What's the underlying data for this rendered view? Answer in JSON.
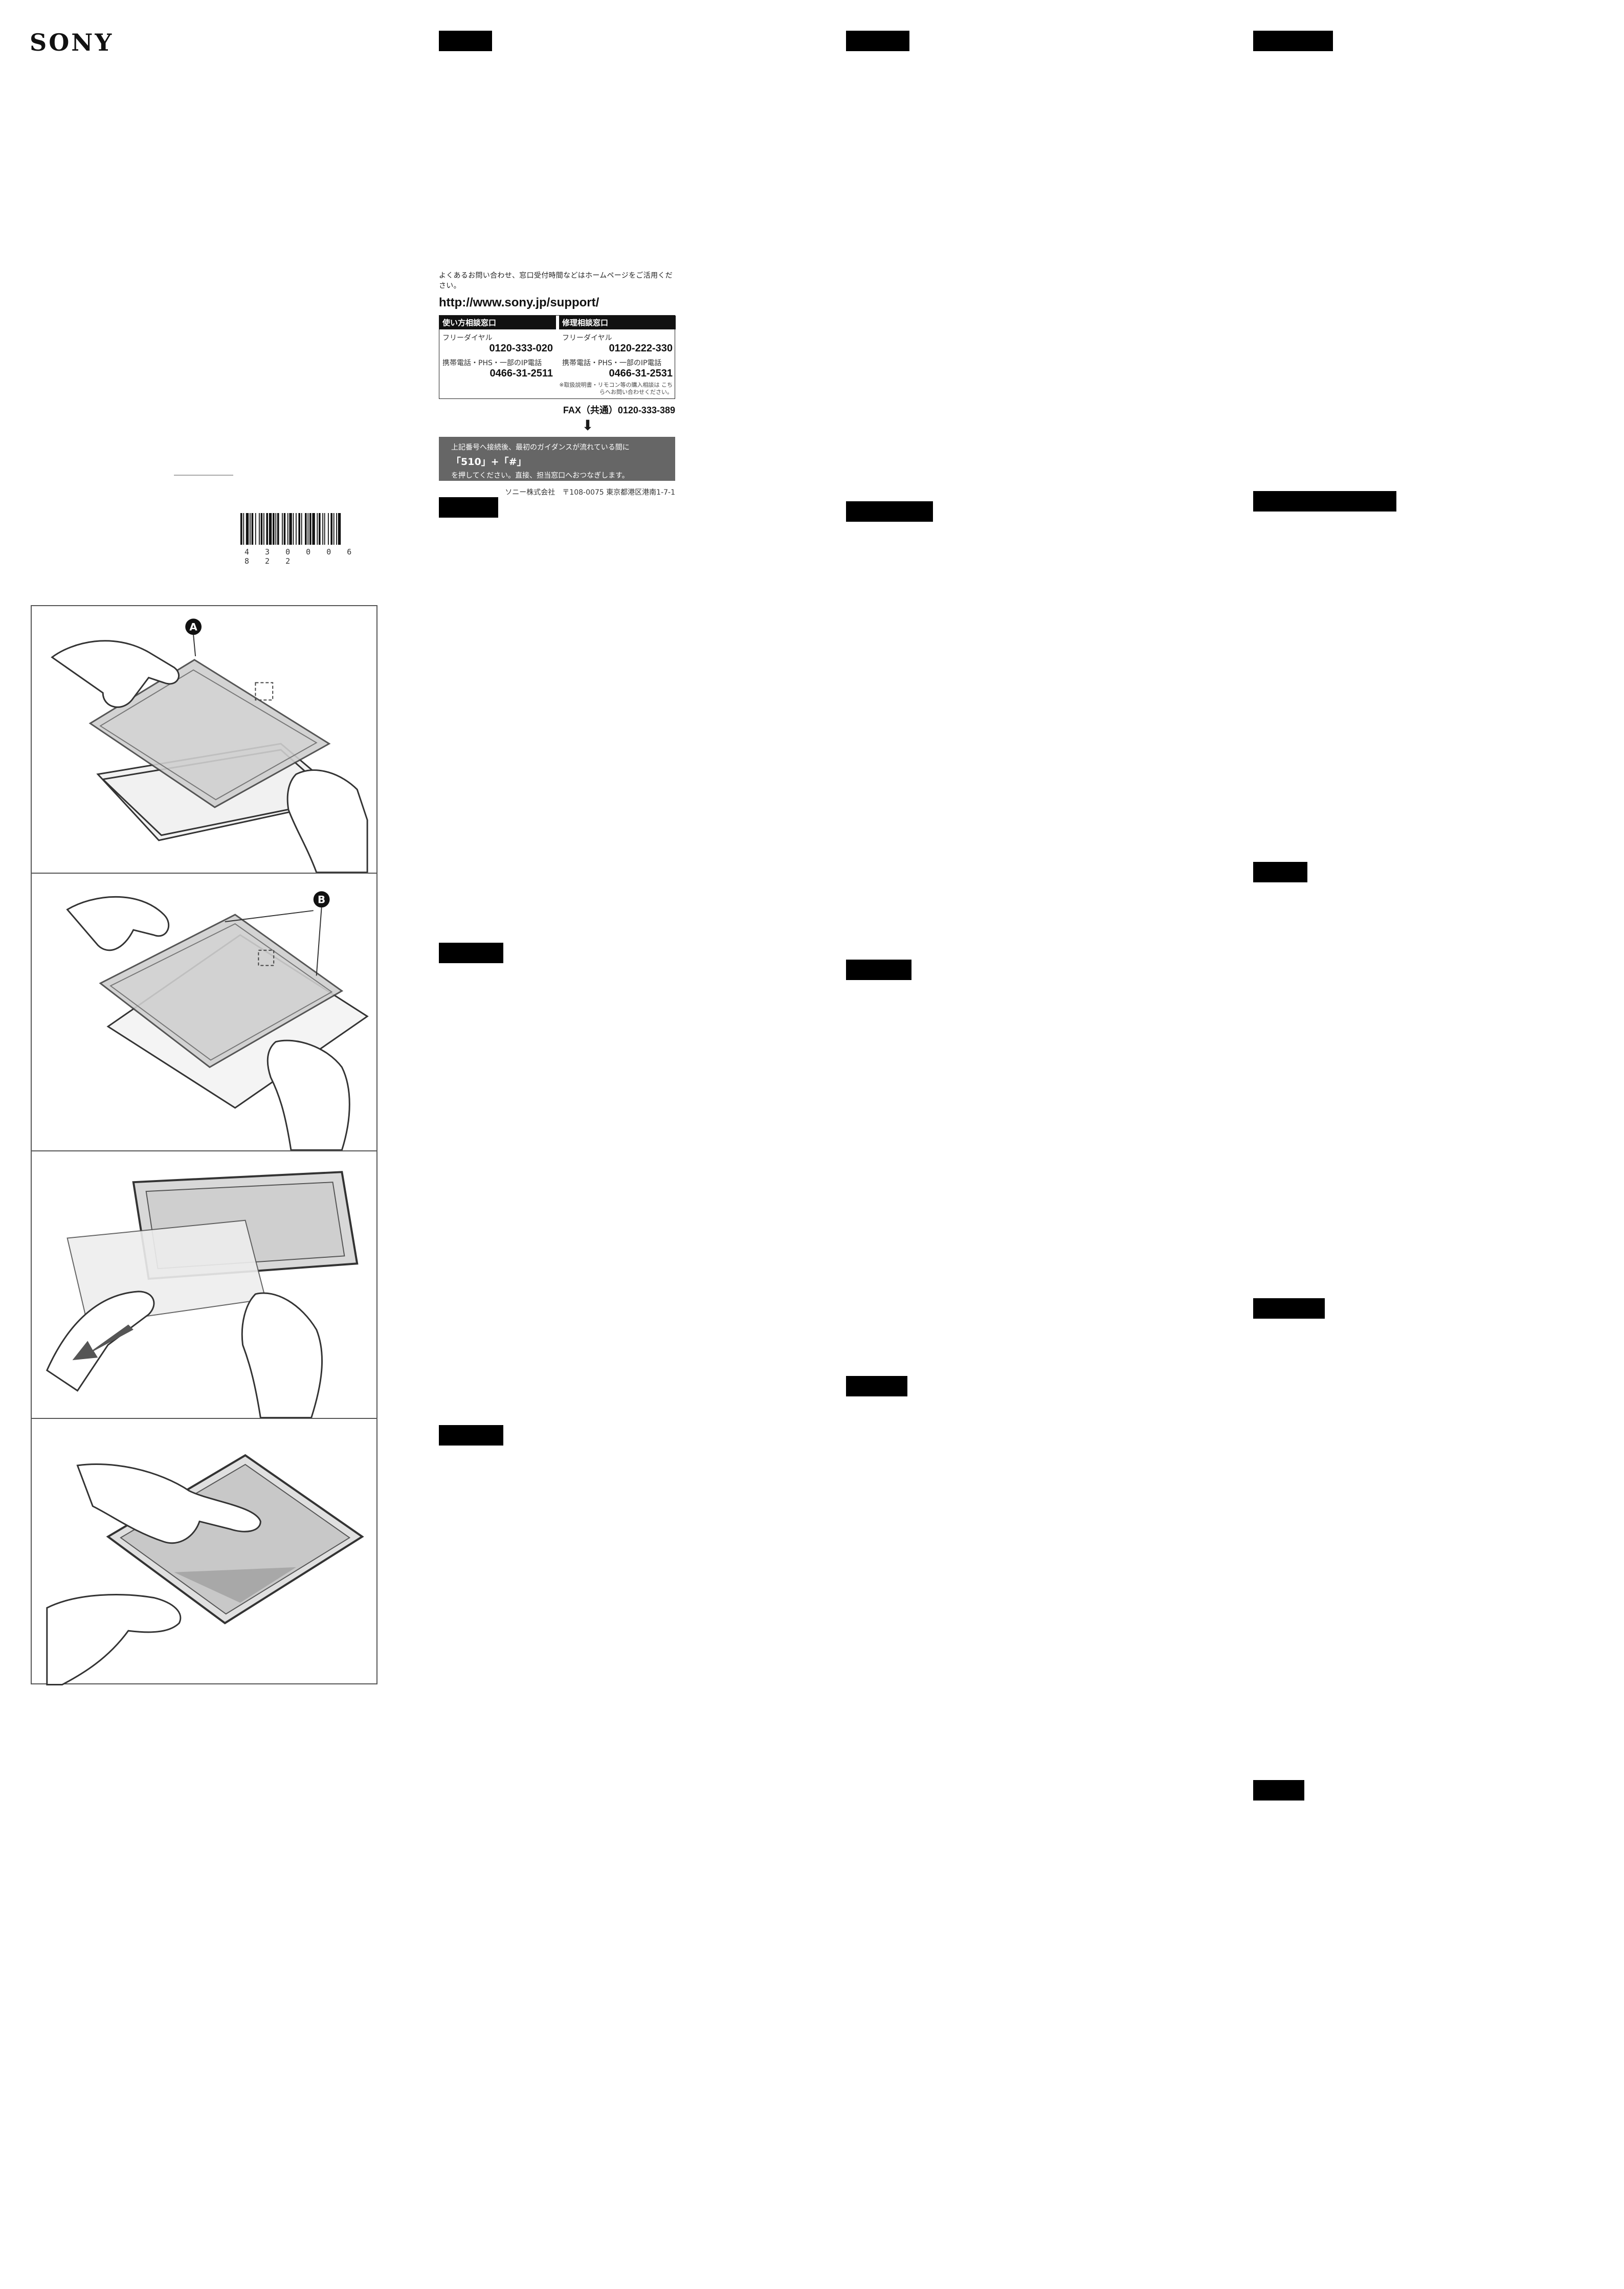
{
  "brand": {
    "logo": "SONY"
  },
  "barcode": {
    "digits": "4 3 0 0 0 6 8 2 2"
  },
  "support": {
    "intro": "よくあるお問い合わせ、窓口受付時間などはホームページをご活用ください。",
    "url": "http://www.sony.jp/support/",
    "left": {
      "heading": "使い方相談窓口",
      "free_label": "フリーダイヤル",
      "free_number": "0120-333-020",
      "mobile_label": "携帯電話・PHS・一部のIP電話",
      "mobile_number": "0466-31-2511"
    },
    "right": {
      "heading": "修理相談窓口",
      "free_label": "フリーダイヤル",
      "free_number": "0120-222-330",
      "mobile_label": "携帯電話・PHS・一部のIP電話",
      "mobile_number": "0466-31-2531",
      "note": "※取扱説明書・リモコン等の購入相談は こちらへお問い合わせください。"
    },
    "fax": "FAX（共通）0120-333-389",
    "guidance": {
      "line1": "上記番号へ接続後、最初のガイダンスが流れている間に",
      "line2": "「510」+「#」",
      "line3": "を押してください。直接、担当窓口へおつなぎします。"
    },
    "address": "ソニー株式会社　〒108-0075 東京都港区港南1-7-1"
  },
  "figures": {
    "label_a": "A",
    "label_b": "B"
  }
}
